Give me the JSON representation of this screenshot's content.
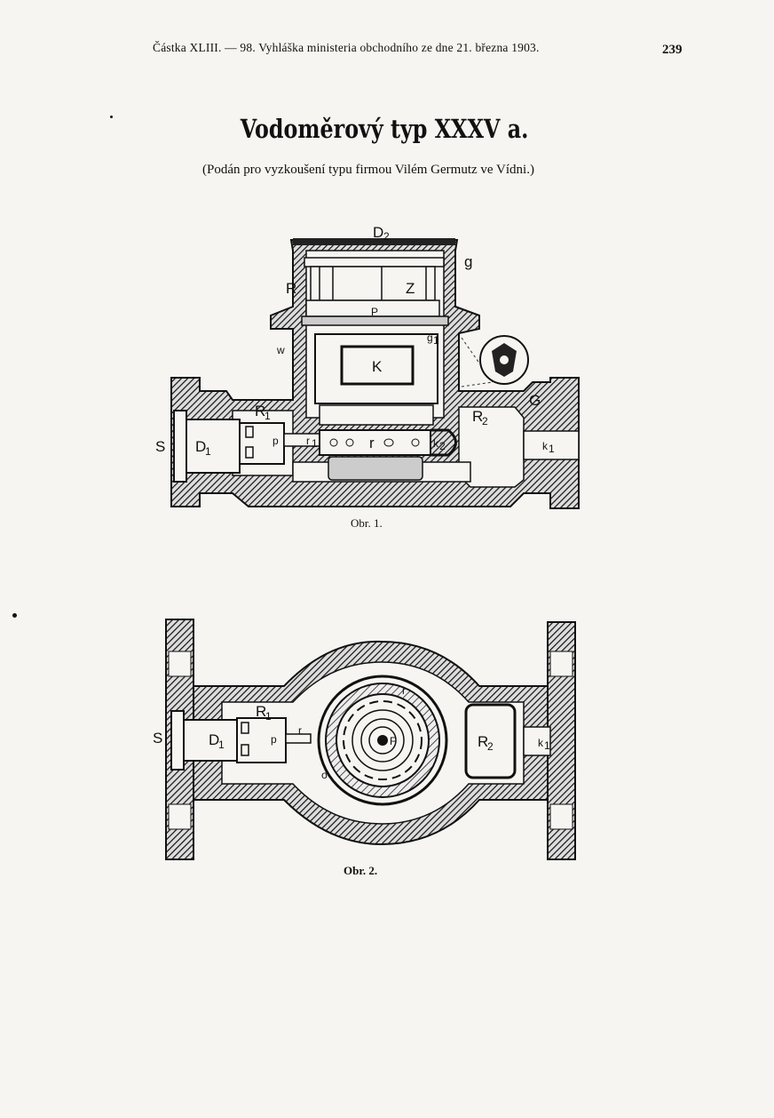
{
  "header": {
    "running_head": "Částka XLIII. — 98. Vyhláška ministeria obchodního ze dne 21. března 1903.",
    "page_number": "239"
  },
  "title": "Vodoměrový typ XXXV a.",
  "subtitle": "(Podán pro vyzkoušení typu firmou Vilém Germutz ve Vídni.)",
  "figure1": {
    "caption": "Obr. 1.",
    "labels": {
      "D2": "D",
      "D2_sub": "2",
      "g": "g",
      "R": "R",
      "Z": "Z",
      "P": "P",
      "g1": "g",
      "g1_sub": "1",
      "w": "w",
      "K": "K",
      "G": "G",
      "R1": "R",
      "R1_sub": "1",
      "R2": "R",
      "R2_sub": "2",
      "S": "S",
      "D1": "D",
      "D1_sub": "1",
      "p": "p",
      "r1": "r",
      "r1_sub": "1",
      "r": "r",
      "k2": "k",
      "k2_sub": "2",
      "k1": "k",
      "k1_sub": "1"
    }
  },
  "figure2": {
    "caption": "Obr. 2.",
    "labels": {
      "S": "S",
      "D1": "D",
      "D1_sub": "1",
      "R1": "R",
      "R1_sub": "1",
      "p": "p",
      "r1": "r",
      "r": "r",
      "F": "F",
      "o": "σ",
      "R2": "R",
      "R2_sub": "2",
      "k1": "k",
      "k1_sub": "1"
    }
  }
}
